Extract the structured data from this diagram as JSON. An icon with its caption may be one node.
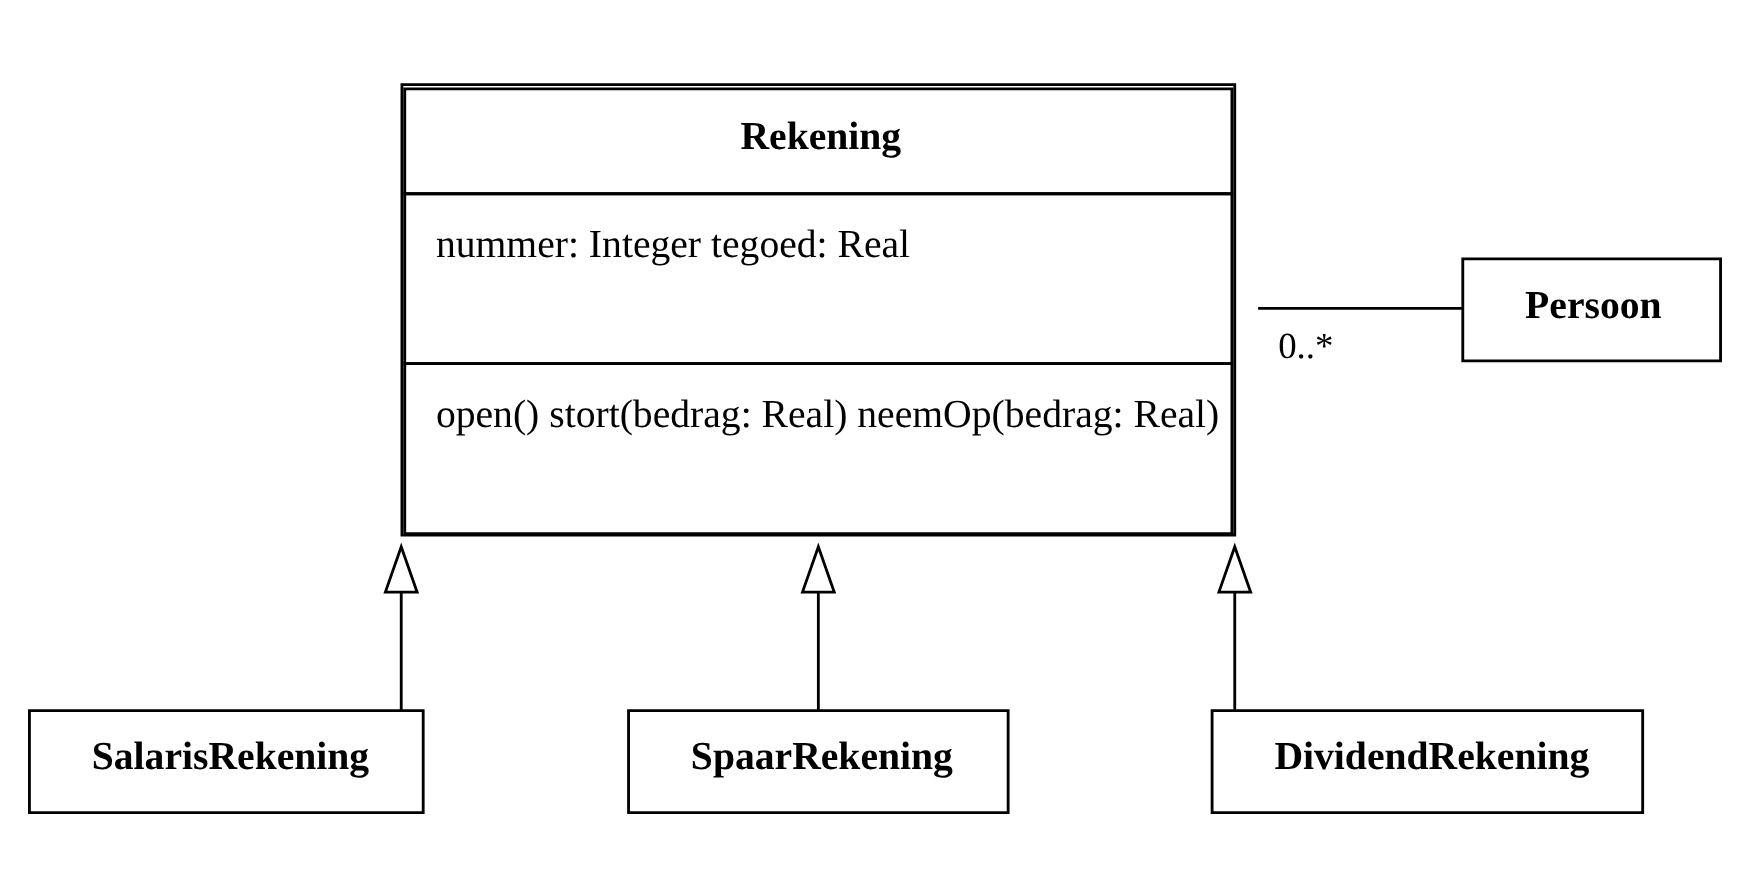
{
  "diagram": {
    "nodes": [
      {
        "text": [
          "Rekening",
          "nummer: Integer tegoed: Real",
          "open() stort(bedrag: Real) neemOp(bedrag: Real)"
        ]
      },
      {
        "text": [
          "Persoon"
        ]
      },
      {
        "text": [
          "SalarisRekening"
        ]
      },
      {
        "text": [
          "SpaarRekening"
        ]
      },
      {
        "text": [
          "DividendRekening"
        ]
      }
    ],
    "edges": [
      {
        "from": 0,
        "to": 1,
        "arrow": "none",
        "label": "0..*"
      },
      {
        "from": 2,
        "to": 0,
        "arrow": "to"
      },
      {
        "from": 3,
        "to": 0,
        "arrow": "to"
      },
      {
        "from": 4,
        "to": 0,
        "arrow": "to"
      }
    ]
  }
}
